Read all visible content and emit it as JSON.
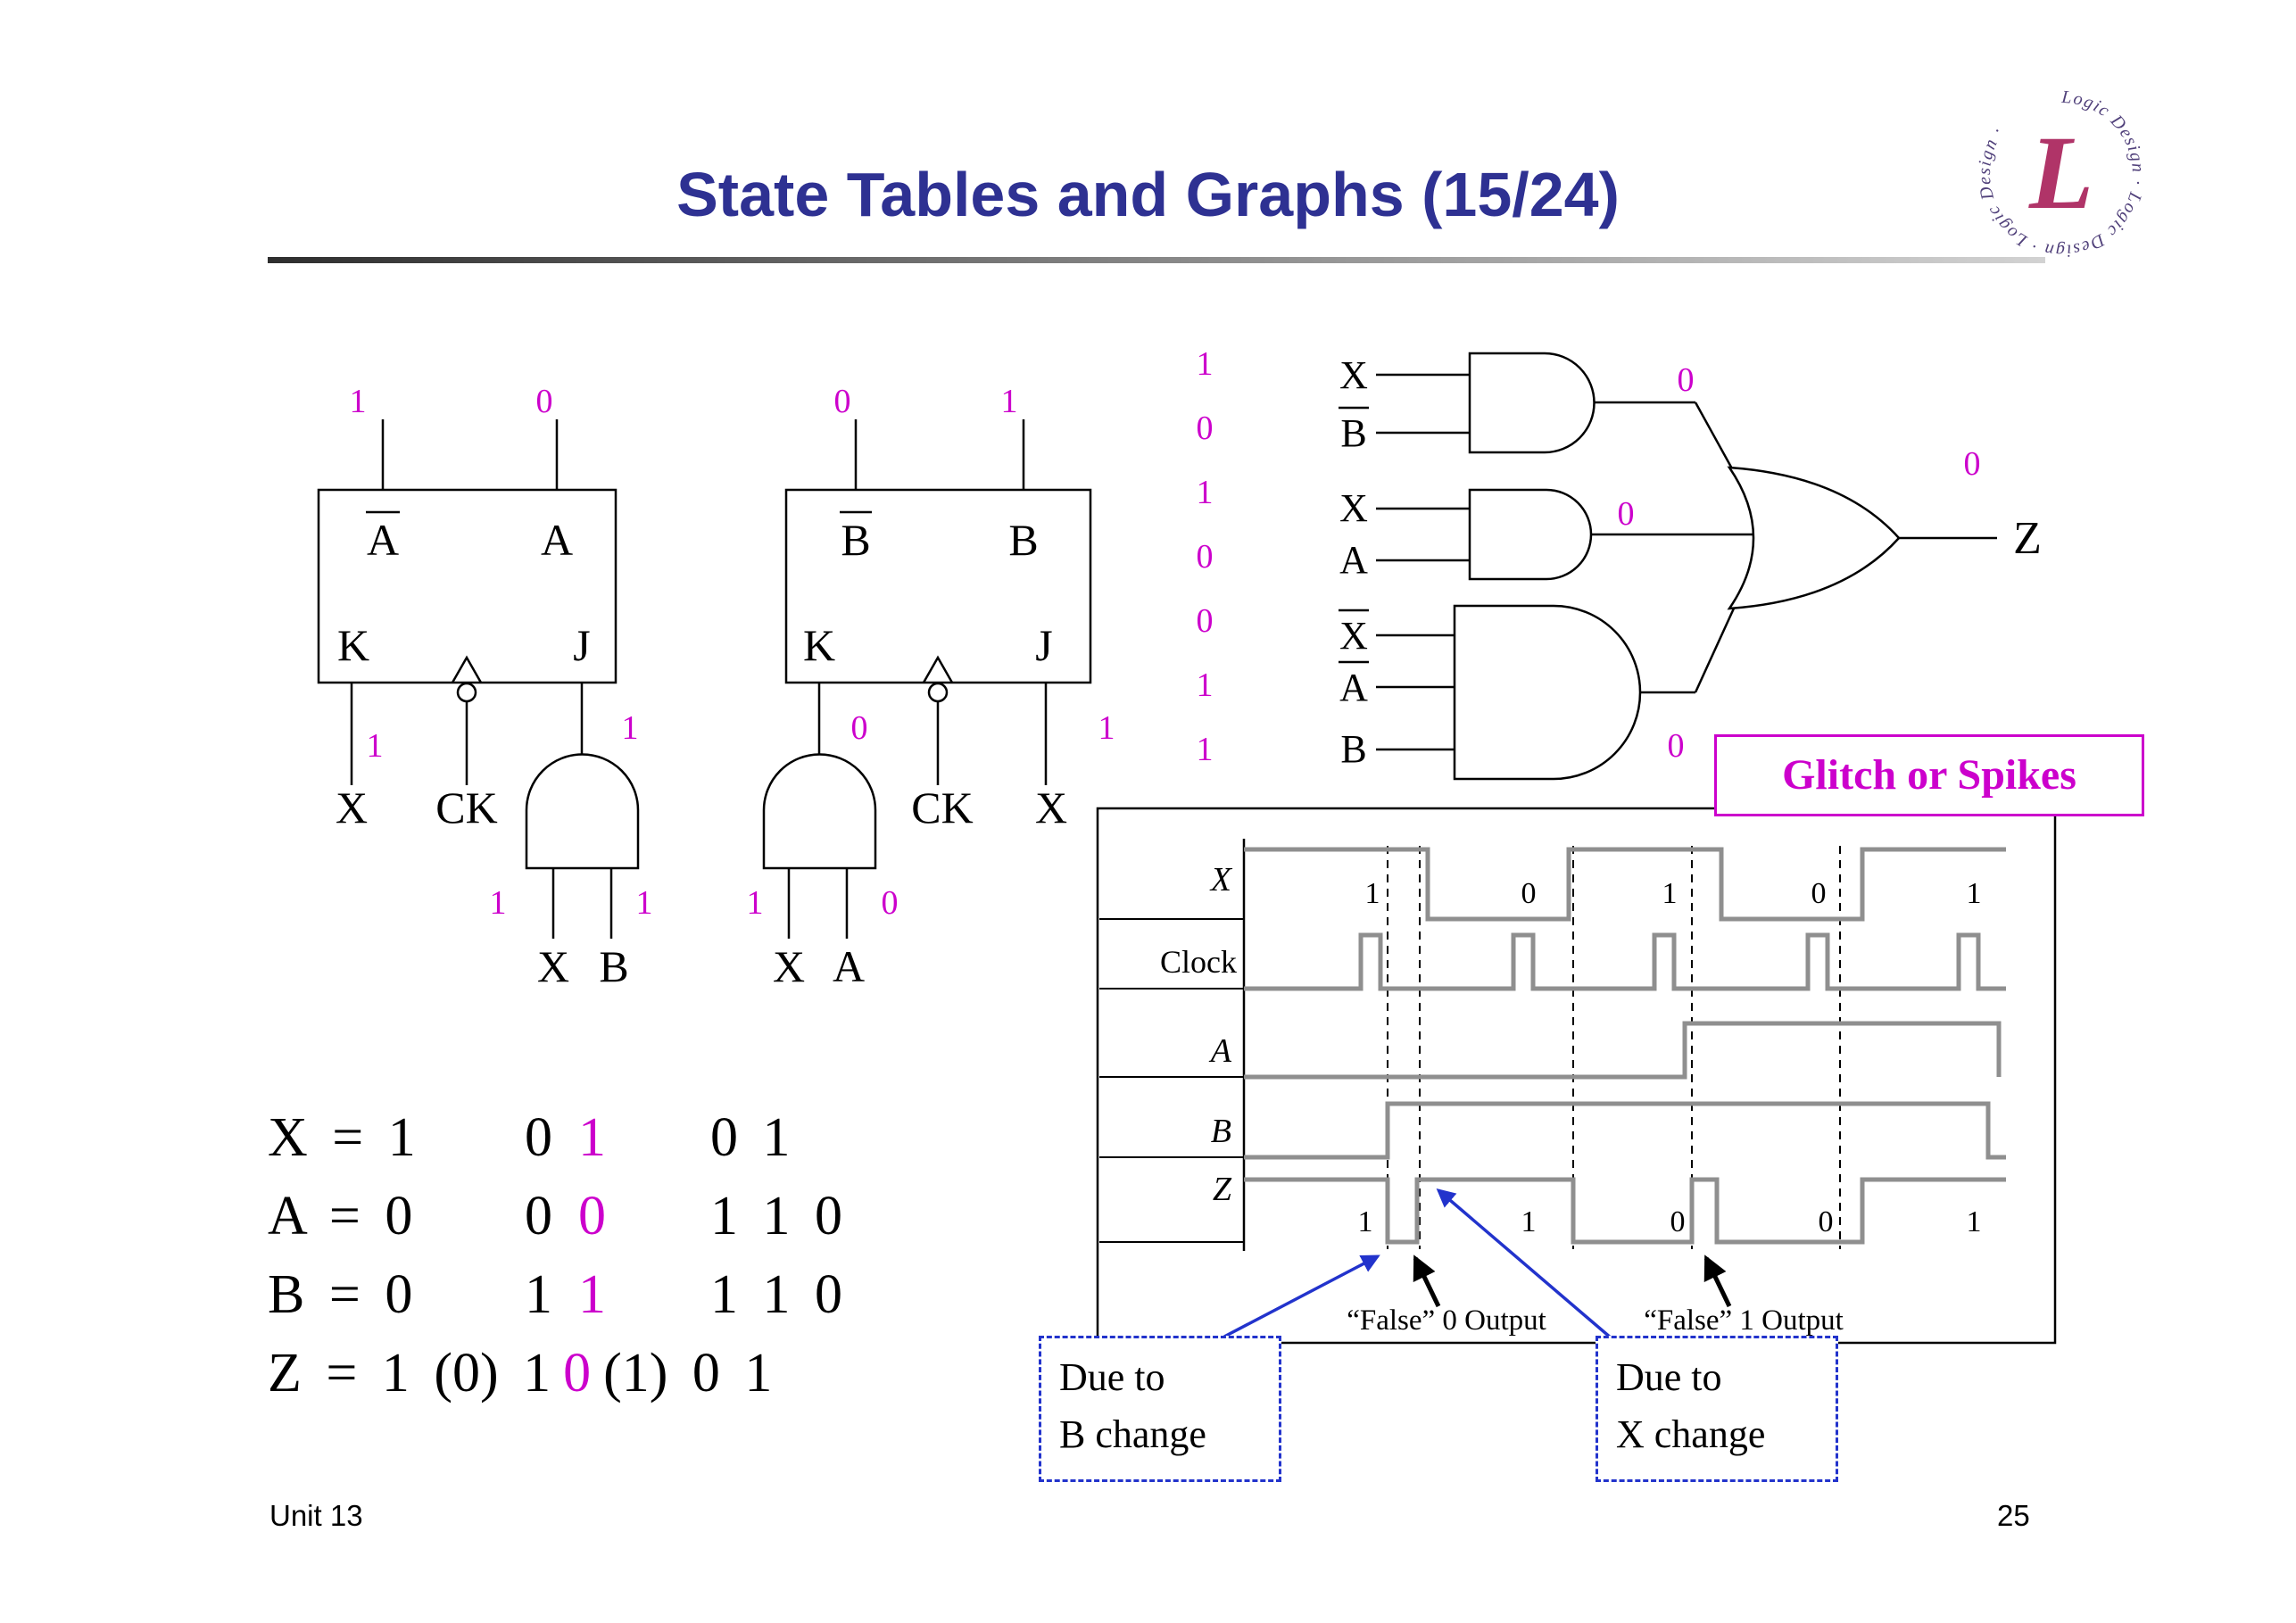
{
  "slide": {
    "title": "State Tables and Graphs (15/24)",
    "footer_left": "Unit 13",
    "page_number": "25"
  },
  "logo": {
    "letter": "L",
    "ring_text": "Logic Design ∙ Logic Design ∙ Logic Design ∙"
  },
  "colors": {
    "magenta": "#cc00cc",
    "title_navy": "#2e3192",
    "wave_gray": "#8f8f8f",
    "callout_blue": "#2233cc"
  },
  "ff1": {
    "qbar": "A",
    "qbar_overline": true,
    "q": "A",
    "k": "K",
    "j": "J",
    "ck": "CK",
    "k_input": "X",
    "and_in1": "X",
    "and_in2": "B",
    "ann_qbar": "1",
    "ann_q": "0",
    "ann_k": "1",
    "ann_j": "1",
    "ann_and1": "1",
    "ann_and2": "1"
  },
  "ff2": {
    "qbar": "B",
    "qbar_overline": true,
    "q": "B",
    "k": "K",
    "j": "J",
    "ck": "CK",
    "j_input": "X",
    "and_in1": "X",
    "and_in2": "A",
    "ann_qbar": "0",
    "ann_q": "1",
    "ann_k": "0",
    "ann_j": "1",
    "ann_and1": "1",
    "ann_and2": "0"
  },
  "mid_column": [
    "1",
    "0",
    "1",
    "0",
    "0",
    "1",
    "1"
  ],
  "logic": {
    "inputs": [
      {
        "label": "X",
        "overline": false
      },
      {
        "label": "B",
        "overline": true
      },
      {
        "label": "X",
        "overline": false
      },
      {
        "label": "A",
        "overline": false
      },
      {
        "label": "X",
        "overline": true
      },
      {
        "label": "A",
        "overline": true
      },
      {
        "label": "B",
        "overline": false
      }
    ],
    "and_outputs": [
      "0",
      "0",
      "0"
    ],
    "or_output": "0",
    "z": "Z"
  },
  "glitch_label": "Glitch or Spikes",
  "timing": {
    "signals": [
      "X",
      "Clock",
      "A",
      "B",
      "Z"
    ],
    "x_values": [
      "1",
      "0",
      "1",
      "0",
      "1"
    ],
    "z_values": [
      "1",
      "1",
      "0",
      "0",
      "1"
    ],
    "false0": "“False” 0 Output",
    "false1": "“False” 1 Output",
    "callouts": [
      {
        "line1": "Due to",
        "line2": "B change"
      },
      {
        "line1": "Due to",
        "line2": "X change"
      }
    ]
  },
  "equations": {
    "r1": {
      "a": "X = 1",
      "b": "0",
      "c": "1",
      "d": "0 1"
    },
    "r2": {
      "a": "A = 0",
      "b": "0",
      "c": "0",
      "d": "1 1 0"
    },
    "r3": {
      "a": "B = 0",
      "b": "1",
      "c": "1",
      "d": "1 1 0"
    },
    "r4": {
      "a": "Z = 1 (0) 1",
      "b": "0",
      "c": "(1) 0 1"
    }
  }
}
